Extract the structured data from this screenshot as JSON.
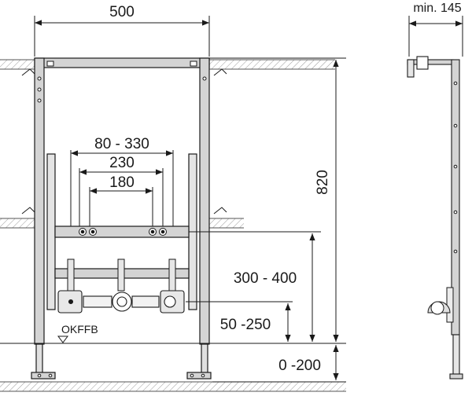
{
  "front_view": {
    "width_label": "500",
    "height_label": "820",
    "spacing_outer_label": "80 - 330",
    "spacing_mid_label": "230",
    "spacing_inner_label": "180",
    "outlet_height_label": "300 - 400",
    "drain_height_label": "50 -250",
    "floor_label": "OKFFB",
    "foot_label": "0 -200"
  },
  "side_view": {
    "depth_label": "min. 145"
  },
  "colors": {
    "line": "#1a1a1a",
    "frame_fill": "#cfcfcf",
    "hatch": "#9a9a9a"
  }
}
